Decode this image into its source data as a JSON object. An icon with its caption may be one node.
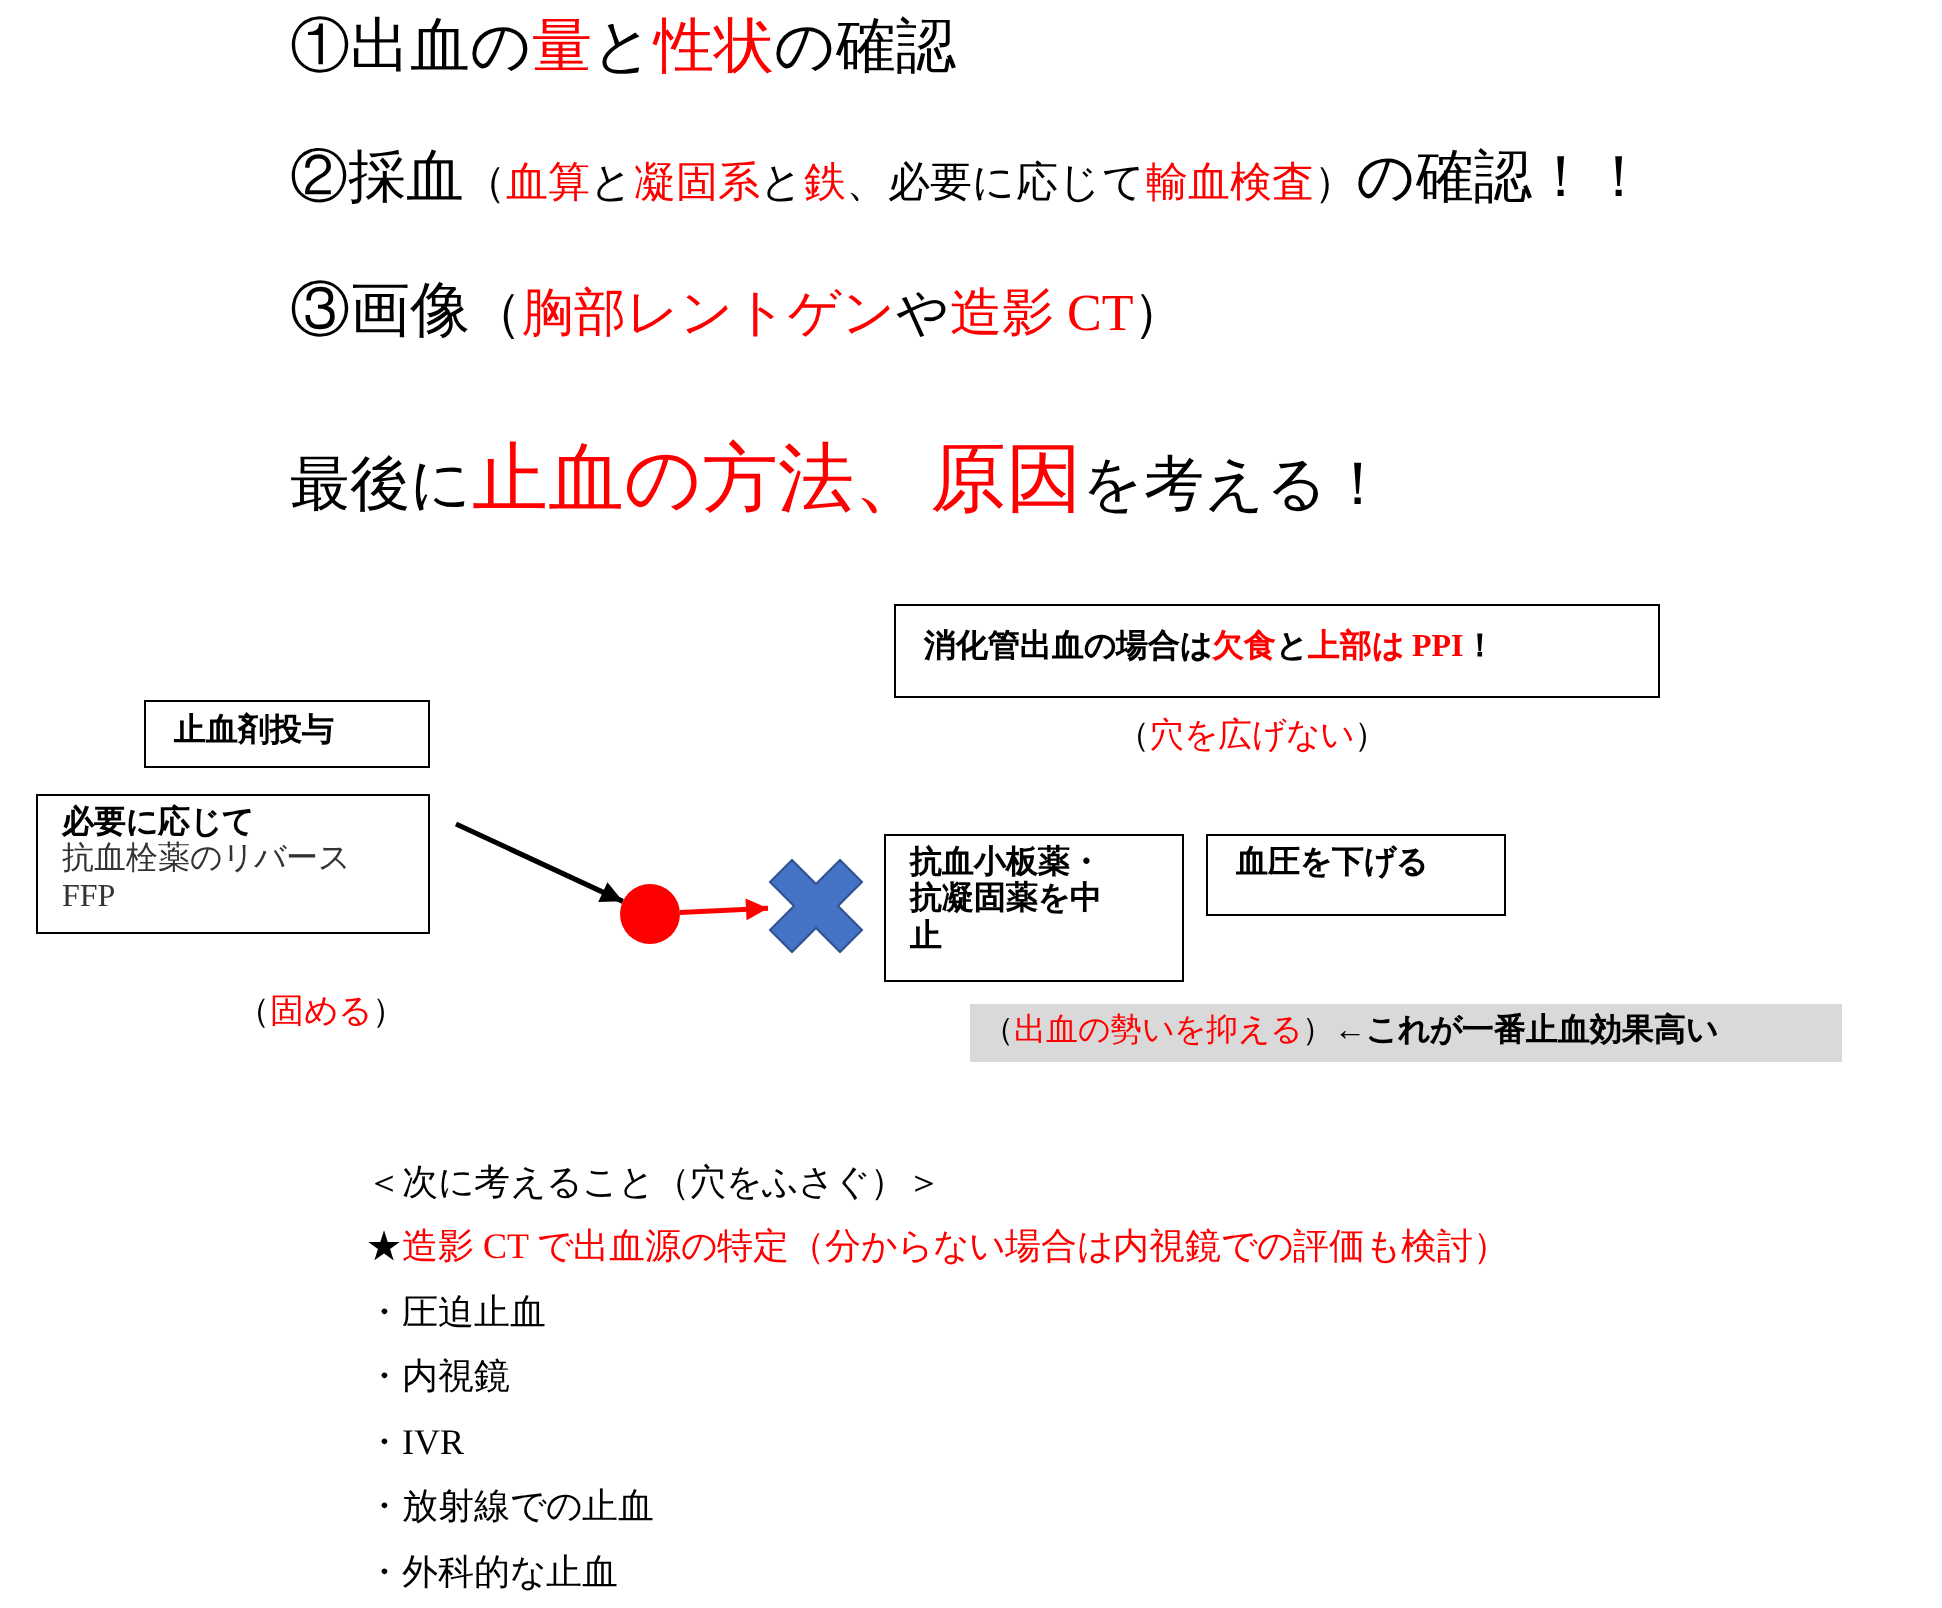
{
  "diagram": {
    "nodes": [
      {
        "text": [
          "止血剤投与"
        ]
      },
      {
        "text": [
          "必要に応じて",
          "抗血栓薬のリバース FFP"
        ],
        "beside": [
          "（固める）"
        ]
      },
      {
        "text": [],
        "shape": "circle"
      },
      {
        "text": [],
        "shape": "cross"
      },
      {
        "text": [
          "消化管出血の場合は欠食と上部は PPI！"
        ],
        "beside": [
          "（穴を広げない）"
        ]
      },
      {
        "text": [
          "抗血小板薬・抗凝固薬を中止"
        ]
      },
      {
        "text": [
          "血圧を下げる"
        ]
      },
      {
        "text": [
          "（出血の勢いを抑える）←これが一番止血効果高い"
        ]
      }
    ],
    "edges": [
      {
        "from": null,
        "to": 2,
        "arrow": "to"
      },
      {
        "from": 2,
        "to": 3,
        "arrow": "to",
        "color": "#ff0000"
      }
    ],
    "labels": [
      "①出血の量と性状の確認",
      "②採血（血算と凝固系と鉄、必要に応じて輸血検査）の確認！！",
      "③画像（胸部レントゲンや造影 CT）",
      "最後に止血の方法、原因を考える！",
      "＜次に考えること（穴をふさぐ）＞",
      "★造影 CT で出血源の特定（分からない場合は内視鏡での評価も検討）",
      "・圧迫止血",
      "・内視鏡",
      "・IVR",
      "・放射線での止血",
      "・外科的な止血"
    ]
  }
}
